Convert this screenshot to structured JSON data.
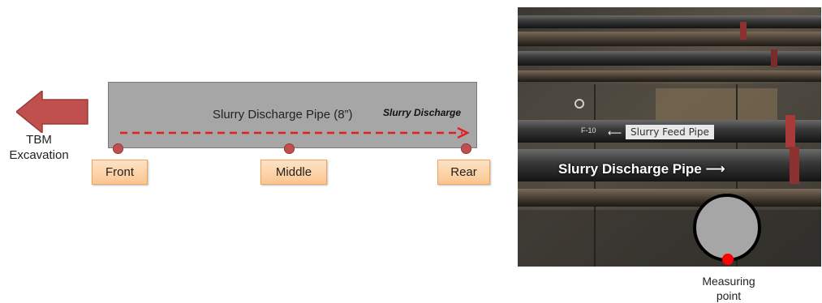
{
  "left_diagram": {
    "direction_label": "TBM\nExcavation",
    "pipe_title": "Slurry Discharge Pipe (8”)",
    "flow_label": "Slurry Discharge",
    "locations": [
      {
        "label": "Front"
      },
      {
        "label": "Middle"
      },
      {
        "label": "Rear"
      }
    ]
  },
  "photo": {
    "title": "Slurry Discharge Pipe ⟶",
    "feed_label": "Slurry Feed Pipe",
    "feed_arrow": "⟵",
    "pipe_tag": "F-10",
    "measure_label": "Measuring\npoint"
  },
  "colors": {
    "pipe_fill": "#a6a6a6",
    "flow_arrow": "#e02020",
    "direction_arrow": "#c0504d",
    "point_dot": "#c0504d",
    "location_box": "#fbc590",
    "measure_dot": "#ff0000"
  }
}
